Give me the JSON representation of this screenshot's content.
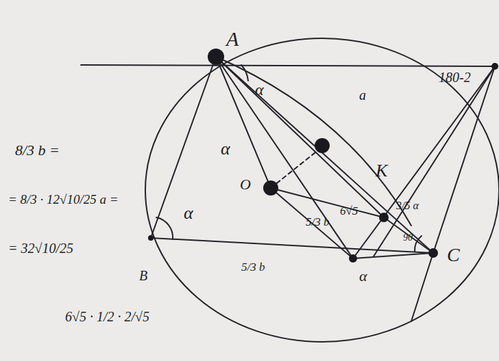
{
  "diagram": {
    "labels": [
      "A",
      "C",
      "O",
      "K",
      "B",
      "α",
      "α",
      "α",
      "α",
      "a",
      "180-2",
      "5/3 b",
      "5/3 b",
      "6√5",
      "3/5 α",
      "90",
      "8/3 b =",
      "= 8/3 · 12√10/25 a =",
      "= 32√10/25",
      "6√5 · 1/2 · 2/√5"
    ]
  }
}
